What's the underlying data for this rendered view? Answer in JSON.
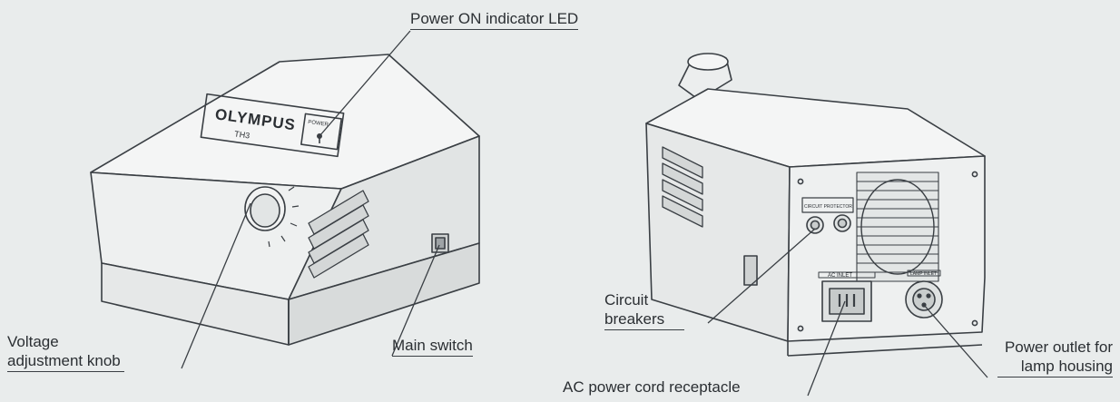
{
  "labels": {
    "power_on_led": "Power ON indicator LED",
    "voltage_line1": "Voltage",
    "voltage_line2": "adjustment knob",
    "main_switch": "Main switch",
    "circuit_line1": "Circuit",
    "circuit_line2": "breakers",
    "ac_receptacle": "AC power cord receptacle",
    "outlet_line1": "Power outlet for",
    "outlet_line2": "lamp housing"
  },
  "device_markings": {
    "brand": "OLYMPUS",
    "model": "TH3",
    "power": "POWER",
    "ac_inlet": "AC INLET",
    "circuit_protector": "CIRCUIT PROTECTOR",
    "lamp_outlet": "LAMP INLET"
  },
  "colors": {
    "background": "#e9ecec",
    "line": "#3a3f44",
    "body_light": "#f3f4f4",
    "body_shade": "#d9dcdc"
  }
}
